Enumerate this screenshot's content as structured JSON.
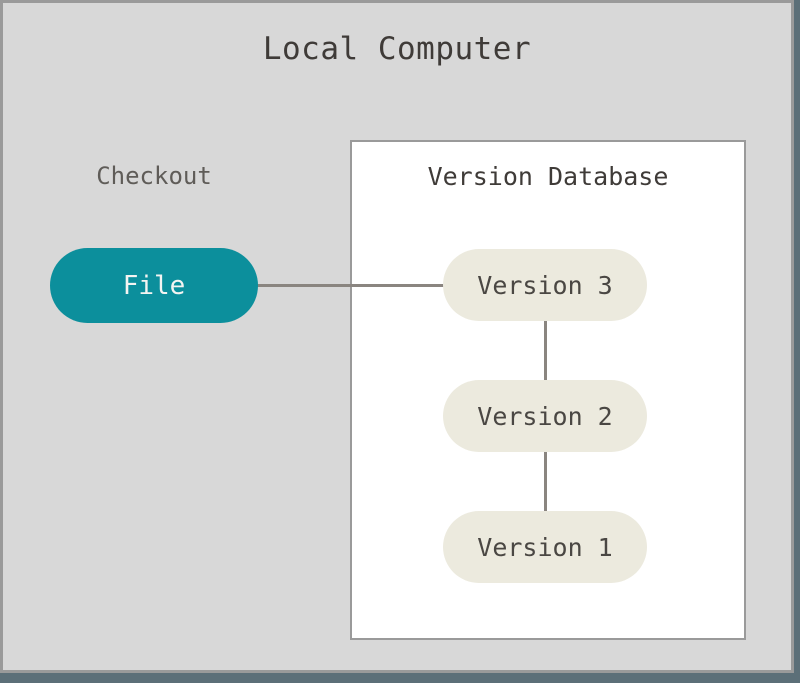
{
  "diagram": {
    "title": "Local Computer",
    "colors": {
      "frame_background": "#d8d8d8",
      "frame_border": "#9a9a9a",
      "shadow_edge": "#5c6f78",
      "panel_background": "#ffffff",
      "panel_border": "#9a9a9a",
      "checkout_node_fill": "#0c8f9c",
      "checkout_node_text": "#f4f4f2",
      "version_node_fill": "#eceade",
      "version_node_text": "#4a4743",
      "connector_line": "#8a8580",
      "title_text": "#3f3b38",
      "label_text": "#5f5c58"
    },
    "checkout": {
      "label": "Checkout",
      "node": {
        "label": "File",
        "shape": "pill",
        "name": "file-node"
      }
    },
    "version_database": {
      "label": "Version Database",
      "versions": [
        {
          "label": "Version 3",
          "name": "version-3-node"
        },
        {
          "label": "Version 2",
          "name": "version-2-node"
        },
        {
          "label": "Version 1",
          "name": "version-1-node"
        }
      ]
    },
    "connections": [
      {
        "from": "File",
        "to": "Version 3",
        "orientation": "horizontal"
      },
      {
        "from": "Version 3",
        "to": "Version 2",
        "orientation": "vertical"
      },
      {
        "from": "Version 2",
        "to": "Version 1",
        "orientation": "vertical"
      }
    ]
  }
}
